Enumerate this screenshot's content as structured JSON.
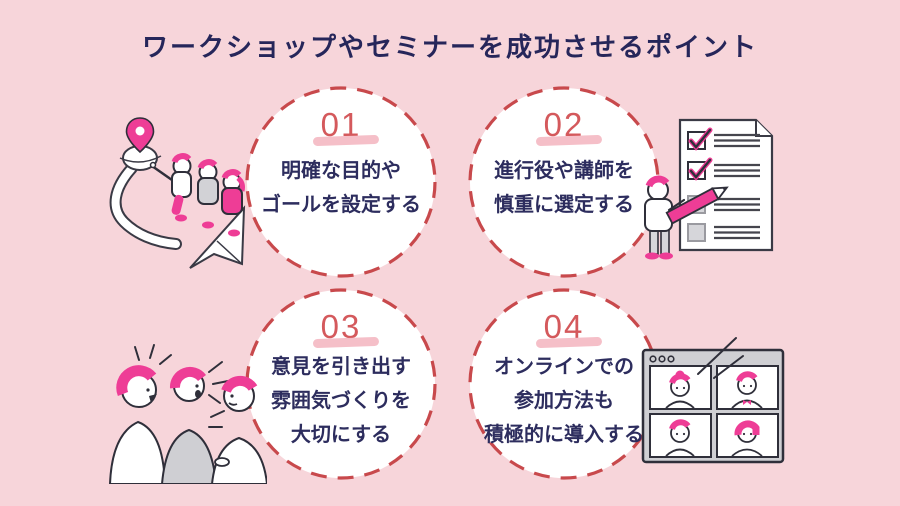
{
  "title": "ワークショップやセミナーを成功させるポイント",
  "points": [
    {
      "number": "01",
      "lines": [
        "明確な目的や",
        "ゴールを設定する"
      ],
      "illustration": "journey-arrow-illustration"
    },
    {
      "number": "02",
      "lines": [
        "進行役や講師を",
        "慎重に選定する"
      ],
      "illustration": "checklist-illustration"
    },
    {
      "number": "03",
      "lines": [
        "意見を引き出す",
        "雰囲気づくりを",
        "大切にする"
      ],
      "illustration": "discussion-illustration"
    },
    {
      "number": "04",
      "lines": [
        "オンラインでの",
        "参加方法も",
        "積極的に導入する"
      ],
      "illustration": "video-call-illustration"
    }
  ],
  "colors": {
    "background": "#f7d5da",
    "circle_fill": "#ffffff",
    "dashed_border": "#c8494c",
    "number": "#d4595c",
    "number_highlight": "#f3b4be",
    "text_navy": "#2d2d5e",
    "title_navy": "#26265a",
    "accent_magenta": "#ee3d96",
    "illustration_gray": "#cfcfd3",
    "outline_dark": "#2f2f3a"
  }
}
